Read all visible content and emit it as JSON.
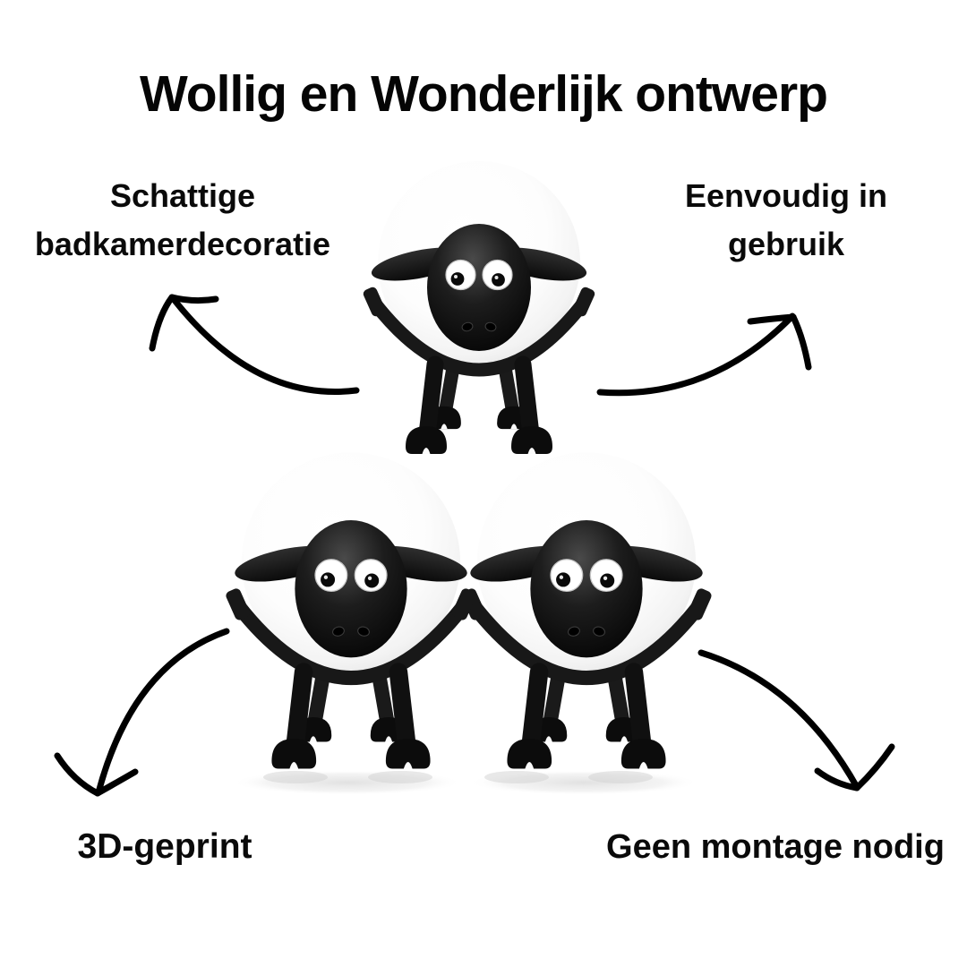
{
  "title": "Wollig en Wonderlijk ontwerp",
  "callouts": {
    "top_left": {
      "lines": [
        "Schattige",
        "badkamerdecoratie"
      ]
    },
    "top_right": {
      "lines": [
        "Eenvoudig in",
        "gebruik"
      ]
    },
    "bottom_left": {
      "lines": [
        "3D-geprint"
      ]
    },
    "bottom_right": {
      "lines": [
        "Geen montage nodig"
      ]
    }
  },
  "illustration": {
    "subject": "Drie gestapelde schaap-toiletrolhouders (piramide van drie schapen)",
    "sheep": [
      "sheep-top",
      "sheep-bottom-left",
      "sheep-bottom-right"
    ],
    "colors": {
      "background": "#ffffff",
      "text": "#050505",
      "arrow": "#000000",
      "sheep_body": "#ffffff",
      "sheep_body_shade": "#e3e3e3",
      "sheep_head": "#141414",
      "sheep_legs": "#101010",
      "eye_white": "#ffffff",
      "pupil": "#0a0a0a",
      "floor_shadow": "#c9c9c9"
    }
  }
}
